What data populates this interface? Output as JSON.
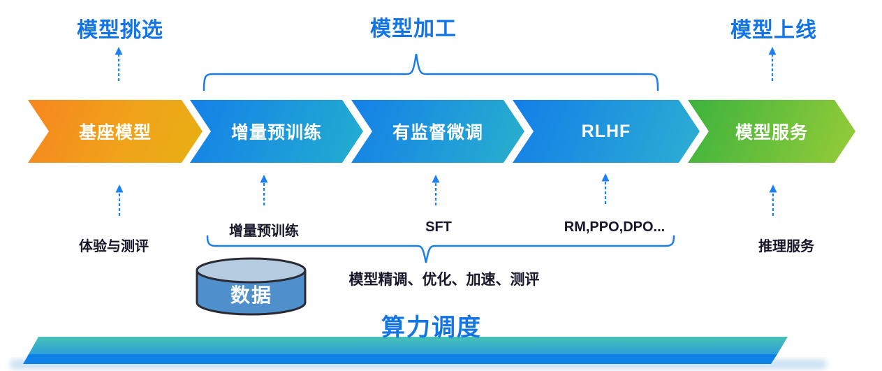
{
  "phases": {
    "selection": "模型挑选",
    "processing": "模型加工",
    "launch": "模型上线"
  },
  "pipeline": [
    {
      "label": "基座模型",
      "color_start": "#f6861f",
      "color_end": "#e7b013"
    },
    {
      "label": "增量预训练",
      "color_start": "#1480e8",
      "color_end": "#22aed0"
    },
    {
      "label": "有监督微调",
      "color_start": "#1480e8",
      "color_end": "#28b0cd"
    },
    {
      "label": "RLHF",
      "color_start": "#137ee8",
      "color_end": "#2cafd2"
    },
    {
      "label": "模型服务",
      "color_start": "#3cb33d",
      "color_end": "#97cc38"
    }
  ],
  "annotations": {
    "base_model": "体验与测评",
    "incremental_pretraining": "增量预训练",
    "supervised_finetuning": "SFT",
    "rlhf": "RM,PPO,DPO...",
    "model_service": "推理服务",
    "processing_summary": "模型精调、优化、加速、测评"
  },
  "data_store": {
    "label": "数据"
  },
  "compute": {
    "label": "算力调度"
  },
  "colors": {
    "accent_blue": "#1374e4",
    "arrow_blue": "#1e80f0",
    "brace_blue": "#1b7ce8",
    "cylinder_body": "#4f90cc",
    "cylinder_top": "#b5cbe0",
    "cylinder_outline": "#2a2a33",
    "platform_top_start": "#3fbcb4",
    "platform_top_end": "#2c9fda",
    "platform_front": "#0f82ea",
    "note_text": "#17172b"
  }
}
